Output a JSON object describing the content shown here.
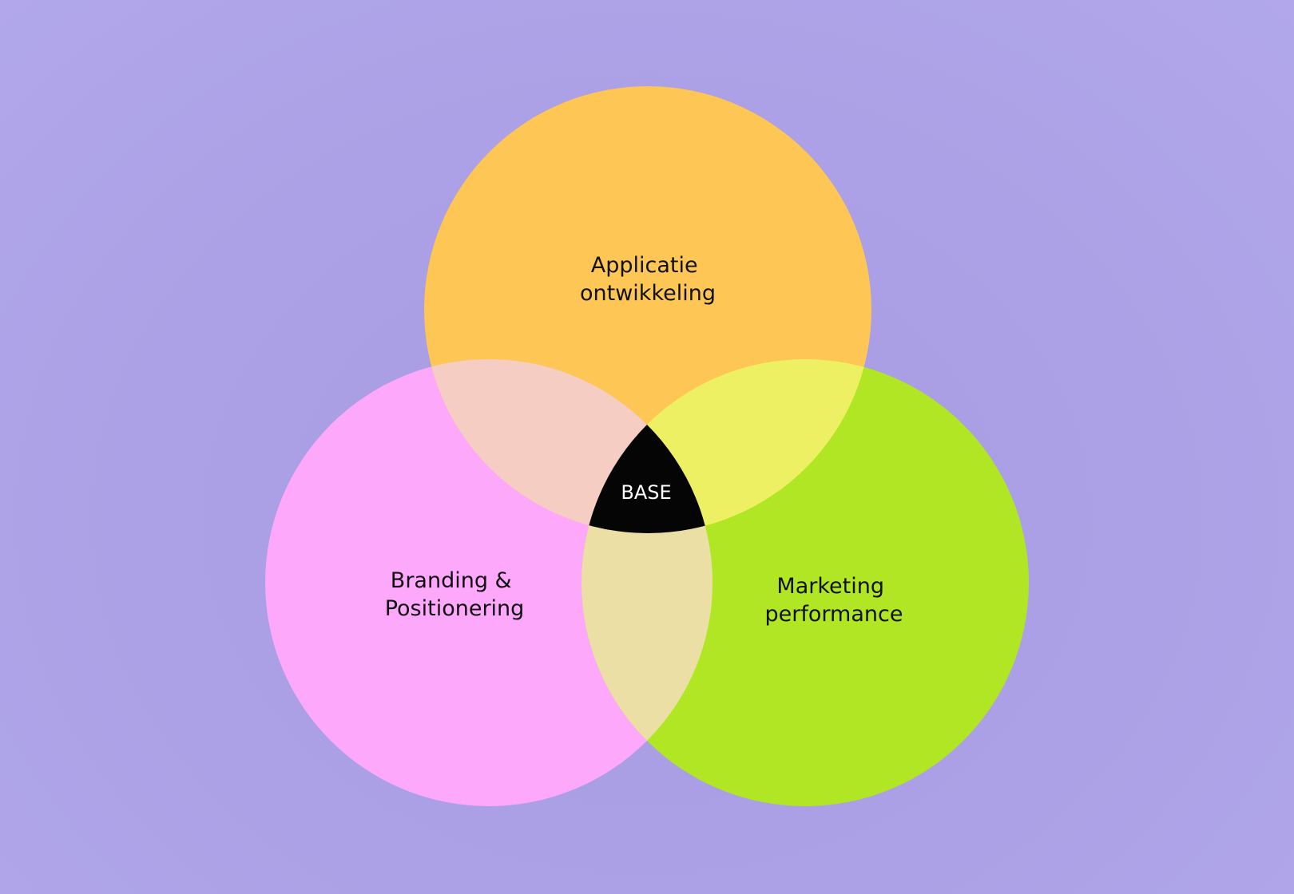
{
  "diagram": {
    "type": "venn",
    "sets": [
      {
        "id": "top",
        "label_lines": [
          "Applicatie",
          "ontwikkeling"
        ]
      },
      {
        "id": "left",
        "label_lines": [
          "Branding &",
          "Positionering"
        ]
      },
      {
        "id": "right",
        "label_lines": [
          "Marketing",
          "performance"
        ]
      }
    ],
    "center": {
      "label": "BASE"
    },
    "colors": {
      "background": "#b0a6e9",
      "top_circle": "#fec655",
      "left_circle": "#fea8fc",
      "right_circle": "#b0e624",
      "overlap_top_left": "#f6cdc3",
      "overlap_top_right": "#eef063",
      "overlap_left_right": "#ecdfa6",
      "center": "#050505",
      "center_text": "#ffffff"
    }
  }
}
